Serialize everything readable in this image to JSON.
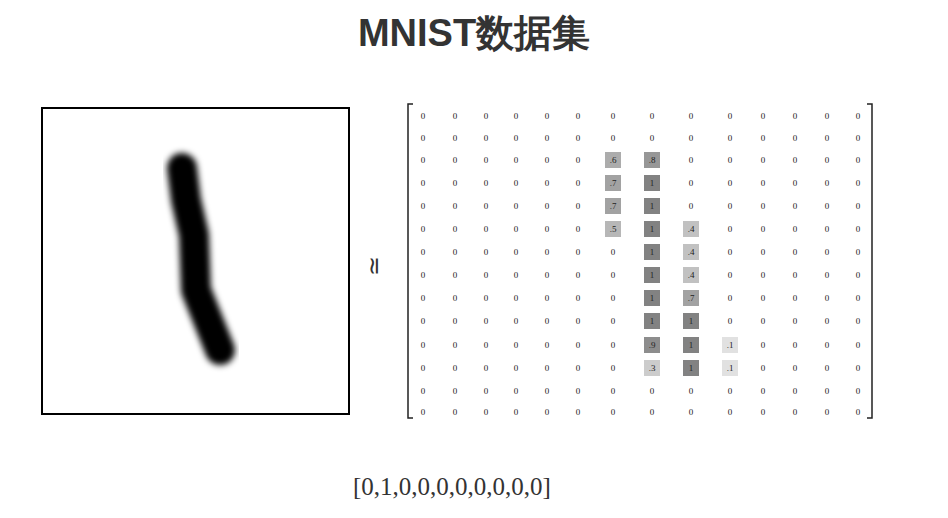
{
  "diagram": {
    "title": "MNIST数据集",
    "labels": [
      "0",
      "0",
      "0",
      "0",
      "0",
      "0",
      "0",
      "0",
      "0",
      "0",
      "0",
      "0",
      "0",
      "0",
      "0",
      "0",
      "0",
      "0",
      "0",
      "0",
      "0",
      "0",
      "0",
      "0",
      "0",
      "0",
      "0",
      "0",
      "0",
      "0",
      "0",
      "0",
      "0",
      "0",
      ".6",
      ".8",
      "0",
      "0",
      "0",
      "0",
      "0",
      "0",
      "0",
      "0",
      "0",
      "0",
      "0",
      "0",
      ".7",
      "1",
      "0",
      "0",
      "0",
      "0",
      "0",
      "0",
      "0",
      "0",
      "0",
      "0",
      "0",
      "0",
      ".7",
      "1",
      "0",
      "0",
      "0",
      "0",
      "0",
      "0",
      "0",
      "0",
      "0",
      "0",
      "0",
      "0",
      ".5",
      "1",
      ".4",
      "0",
      "0",
      "0",
      "0",
      "0",
      "0",
      "0",
      "0",
      "0",
      "0",
      "0",
      "0",
      "1",
      ".4",
      "0",
      "0",
      "0",
      "0",
      "0",
      "0",
      "0",
      "0",
      "0",
      "0",
      "0",
      "0",
      "1",
      ".4",
      "0",
      "0",
      "0",
      "0",
      "0",
      "0",
      "0",
      "0",
      "0",
      "0",
      "0",
      "0",
      "1",
      ".7",
      "0",
      "0",
      "0",
      "0",
      "0",
      "0",
      "0",
      "0",
      "0",
      "0",
      "0",
      "0",
      "1",
      "1",
      "0",
      "0",
      "0",
      "0",
      "0",
      "0",
      "0",
      "0",
      "0",
      "0",
      "0",
      "0",
      ".9",
      "1",
      ".1",
      "0",
      "0",
      "0",
      "0",
      "0",
      "0",
      "0",
      "0",
      "0",
      "0",
      "0",
      ".3",
      "1",
      ".1",
      "0",
      "0",
      "0",
      "0",
      "0",
      "0",
      "0",
      "0",
      "0",
      "0",
      "0",
      "0",
      "0",
      "0",
      "0",
      "0",
      "0",
      "0",
      "0",
      "0",
      "0",
      "0",
      "0",
      "0",
      "0",
      "0",
      "0",
      "0",
      "0",
      "0",
      "0",
      "0",
      "≃",
      "[0,1,0,0,0,0,0,0,0,0]"
    ]
  }
}
